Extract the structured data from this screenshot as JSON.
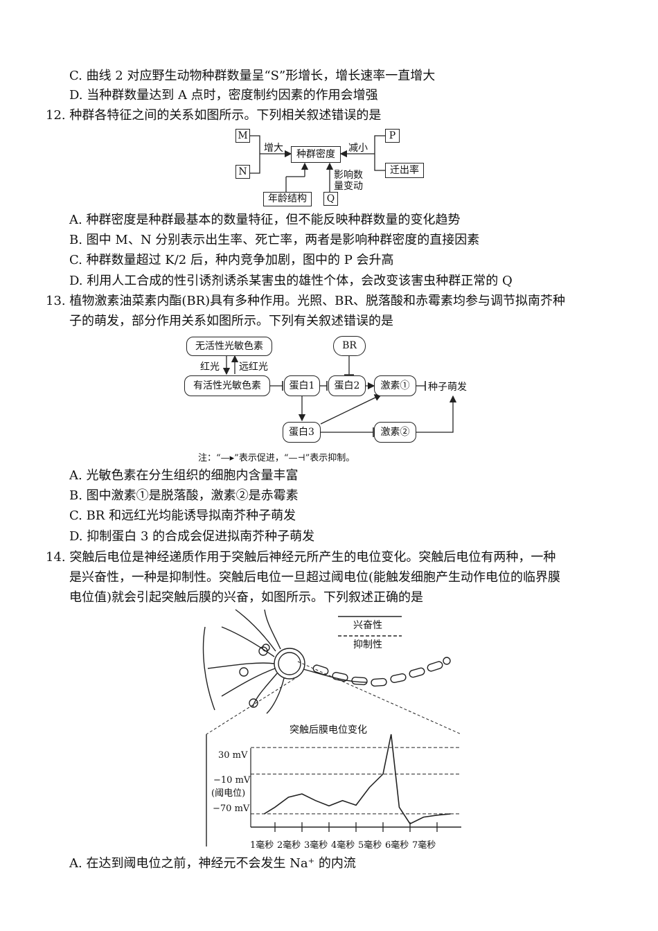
{
  "q11": {
    "option_c": "C. 曲线 2 对应野生动物种群数量呈“S”形增长，增长速率一直增大",
    "option_d": "D. 当种群数量达到 A 点时，密度制约因素的作用会增强"
  },
  "q12": {
    "stem": "12. 种群各特征之间的关系如图所示。下列相关叙述错误的是",
    "diagram": {
      "m": "M",
      "n": "N",
      "p": "P",
      "q": "Q",
      "increase": "增大",
      "decrease": "减小",
      "density": "种群密度",
      "emigration": "迁出率",
      "age_structure": "年龄结构",
      "influence_line1": "影响数",
      "influence_line2": "量变动"
    },
    "options": [
      "A. 种群密度是种群最基本的数量特征，但不能反映种群数量的变化趋势",
      "B. 图中 M、N 分别表示出生率、死亡率，两者是影响种群密度的直接因素",
      "C. 种群数量超过 K/2 后，种内竞争加剧，图中的 P 会升高",
      "D. 利用人工合成的性引诱剂诱杀某害虫的雄性个体，会改变该害虫种群正常的 Q"
    ]
  },
  "q13": {
    "stem_line1": "13. 植物激素油菜素内酯(BR)具有多种作用。光照、BR、脱落酸和赤霉素均参与调节拟南芥种",
    "stem_line2": "子的萌发，部分作用关系如图所示。下列有关叙述错误的是",
    "diagram": {
      "inactive": "无活性光敏色素",
      "active": "有活性光敏色素",
      "red": "红光",
      "far_red": "远红光",
      "br": "BR",
      "protein1": "蛋白1",
      "protein2": "蛋白2",
      "protein3": "蛋白3",
      "hormone1": "激素①",
      "hormone2": "激素②",
      "germination": "种子萌发",
      "note": "注：“—▸”表示促进，“—⊣”表示抑制。"
    },
    "options": [
      "A. 光敏色素在分生组织的细胞内含量丰富",
      "B. 图中激素①是脱落酸，激素②是赤霉素",
      "C. BR 和远红光均能诱导拟南芥种子萌发",
      "D. 抑制蛋白 3 的合成会促进拟南芥种子萌发"
    ]
  },
  "q14": {
    "stem_line1": "14. 突触后电位是神经递质作用于突触后神经元所产生的电位变化。突触后电位有两种，一种",
    "stem_line2": "是兴奋性，一种是抑制性。突触后电位一旦超过阈电位(能触发细胞产生动作电位的临界膜",
    "stem_line3": "电位值)就会引起突触后膜的兴奋，如图所示。下列叙述正确的是",
    "legend_excitatory": "兴奋性",
    "legend_inhibitory": "抑制性",
    "option_a": "A. 在达到阈电位之前，神经元不会发生 Na⁺ 的内流"
  },
  "chart_data": {
    "type": "line",
    "title": "突触后膜电位变化",
    "xlabel": "",
    "ylabel": "",
    "x_ticks": [
      "1毫秒",
      "2毫秒",
      "3毫秒",
      "4毫秒",
      "5毫秒",
      "6毫秒",
      "7毫秒"
    ],
    "y_ticks": [
      "30 mV",
      "−10 mV",
      "(阈电位)",
      "−70 mV"
    ],
    "x": [
      0.6,
      1.0,
      1.5,
      2.0,
      2.5,
      3.0,
      3.5,
      4.0,
      4.5,
      5.0,
      5.3,
      5.6,
      6.0,
      6.5,
      7.0,
      7.5
    ],
    "series": [
      {
        "values": [
          -70,
          -60,
          -45,
          -40,
          -50,
          -58,
          -50,
          -57,
          -30,
          -10,
          50,
          -60,
          -85,
          -75,
          -72,
          -70
        ]
      }
    ],
    "ylim": [
      -90,
      50
    ]
  }
}
